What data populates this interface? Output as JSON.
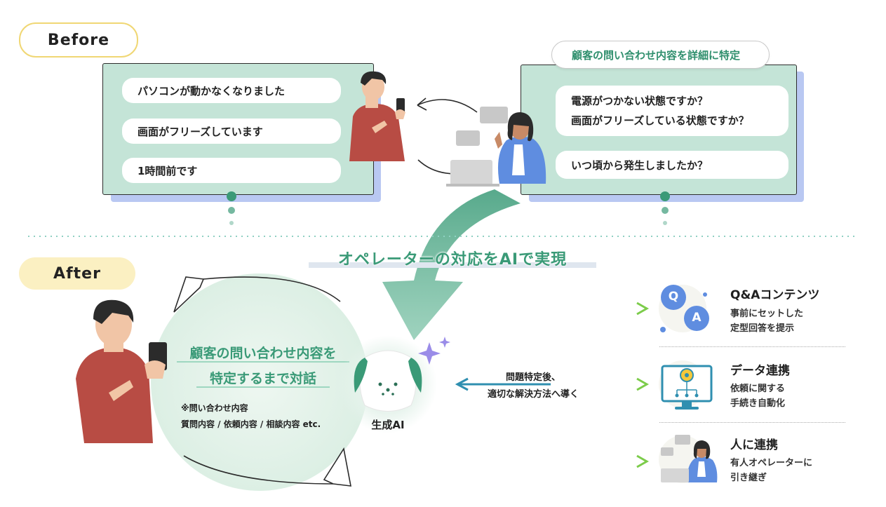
{
  "before": {
    "label": "Before",
    "customer_messages": [
      "パソコンが動かなくなりました",
      "画面がフリーズしています",
      "1時間前です"
    ],
    "operator_header": "顧客の問い合わせ内容を詳細に特定",
    "operator_q1_line1": "電源がつかない状態ですか？",
    "operator_q1_line2": "画面がフリーズしている状態ですか？",
    "operator_q2": "いつ頃から発生しましたか？"
  },
  "banner": "オペレーターの対応をAIで実現",
  "after": {
    "label": "After",
    "headline_line1": "顧客の問い合わせ内容を",
    "headline_line2": "特定するまで対話",
    "note_title": "※問い合わせ内容",
    "note_items": "質問内容 / 依頼内容 / 相談内容 etc.",
    "ai_label": "生成AI",
    "center_text_line1": "問題特定後、",
    "center_text_line2": "適切な解決方法へ導く",
    "outcomes": [
      {
        "title": "Q&Aコンテンツ",
        "desc1": "事前にセットした",
        "desc2": "定型回答を提示",
        "icon": "qa-bubbles-icon"
      },
      {
        "title": "データ連携",
        "desc1": "依頼に関する",
        "desc2": "手続き自動化",
        "icon": "monitor-gear-icon"
      },
      {
        "title": "人に連携",
        "desc1": "有人オペレーターに",
        "desc2": "引き継ぎ",
        "icon": "operator-icon"
      }
    ],
    "qa_letters": [
      "Q",
      "A"
    ]
  },
  "colors": {
    "accent_green": "#3a9a77",
    "card_green": "#c4e4d7",
    "card_shadow": "#b9c8f2",
    "before_pill_border": "#f0d774",
    "after_pill_fill": "#fbf0c2",
    "blue": "#5f8de0",
    "shirt_red": "#b84c44"
  }
}
